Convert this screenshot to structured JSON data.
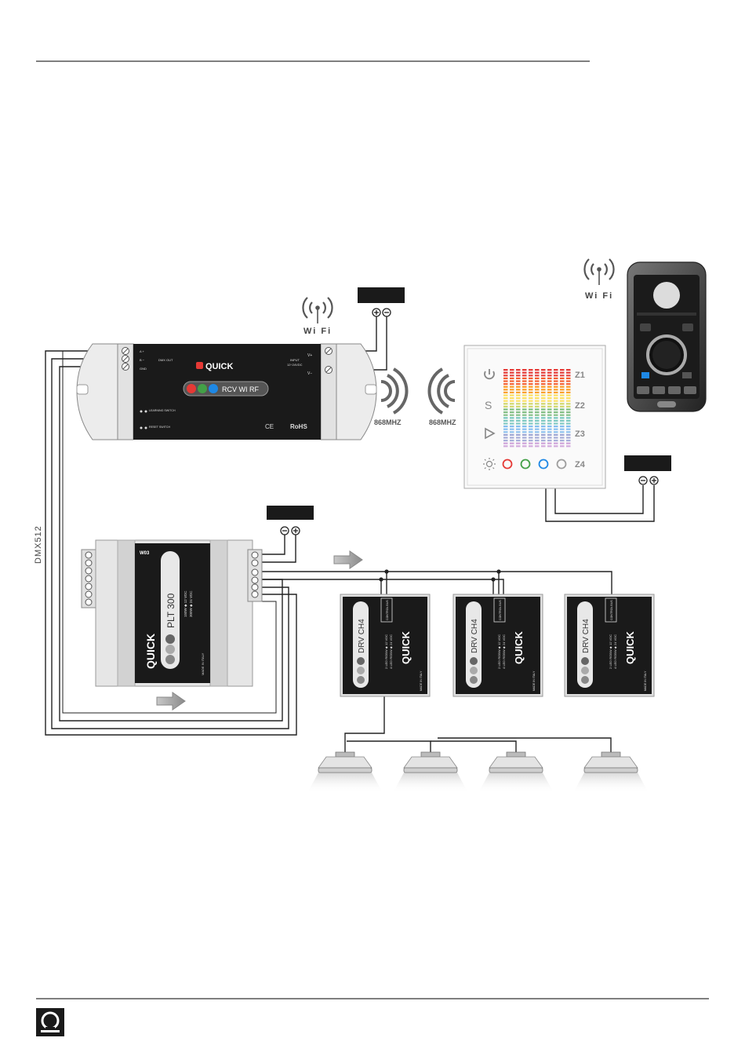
{
  "rcv": {
    "brand": "QUICK",
    "model": "RCV WI RF",
    "dmx_out": "DMX OUT",
    "gnd": "GND",
    "input": "INPUT",
    "input_range": "12÷24VDC",
    "vplus": "V+",
    "vminus": "V−",
    "learning": "LEARNING SWITCH",
    "reset": "RESET SWITCH",
    "rohs": "RoHS",
    "ce": "CE"
  },
  "wifi_label": "Wi Fi",
  "freq_left": "868MHZ",
  "freq_right": "868MHZ",
  "dmx_label": "DMX512",
  "panel": {
    "zones": [
      "Z1",
      "Z2",
      "Z3",
      "Z4"
    ],
    "power_icon": "power-icon",
    "s_label": "S",
    "play_icon": "play-icon",
    "brightness_icon": "sun-icon",
    "ring_colors": [
      "#e53935",
      "#43a047",
      "#1e88e5",
      "#9e9e9e"
    ]
  },
  "plt": {
    "brand": "QUICK",
    "model": "PLT 300",
    "code": "W03",
    "made_in": "MADE IN ITALY",
    "spec1": "150W ◆ 12 VDC",
    "spec2": "300W ◆ 24 VDC"
  },
  "drv": {
    "brand": "QUICK",
    "model": "DRV CH4",
    "control_bus": "CONTROL BUS",
    "made_in": "MADE IN ITALY",
    "spec1": "2 LED RGBW ◆ 12 VDC",
    "spec2": "4 LED RGBW ◆ 24 VDC"
  },
  "colors": {
    "wire": "#222222",
    "device": "#1a1a1a",
    "case": "#e8e8e8",
    "red": "#e53935",
    "green": "#43a047",
    "blue": "#1e88e5"
  }
}
